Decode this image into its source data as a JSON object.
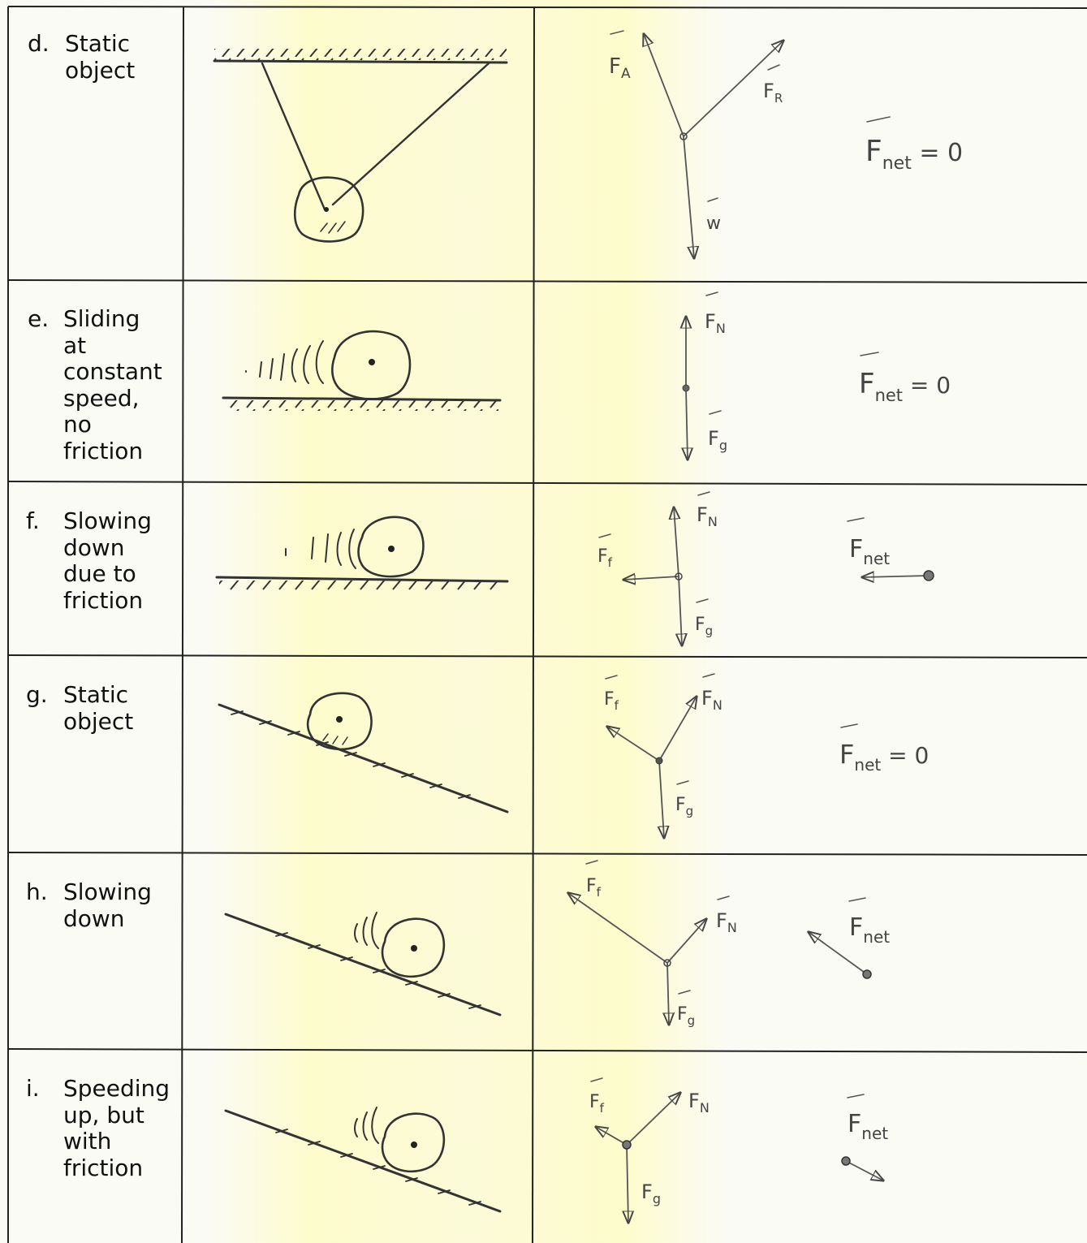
{
  "rows": [
    {
      "letter": "d.",
      "description": "Static\nobject",
      "forces": [
        "F_A",
        "F_R",
        "w"
      ],
      "net_label": "F_net",
      "net_value": "= 0"
    },
    {
      "letter": "e.",
      "description": "Sliding at\nconstant\nspeed,\nno\nfriction",
      "forces": [
        "F_N",
        "F_g"
      ],
      "net_label": "F_net",
      "net_value": "= 0"
    },
    {
      "letter": "f.",
      "description": "Slowing\ndown\ndue to\nfriction",
      "forces": [
        "F_N",
        "F_f",
        "F_g"
      ],
      "net_label": "F_net",
      "net_value": ""
    },
    {
      "letter": "g.",
      "description": "Static\nobject",
      "forces": [
        "F_f",
        "F_N",
        "F_g"
      ],
      "net_label": "F_net",
      "net_value": "= 0"
    },
    {
      "letter": "h.",
      "description": "Slowing\ndown",
      "forces": [
        "F_f",
        "F_N",
        "F_g"
      ],
      "net_label": "F_net",
      "net_value": ""
    },
    {
      "letter": "i.",
      "description": "Speeding\nup, but\nwith\nfriction",
      "forces": [
        "F_f",
        "F_N",
        "F_g"
      ],
      "net_label": "F_net",
      "net_value": ""
    }
  ]
}
